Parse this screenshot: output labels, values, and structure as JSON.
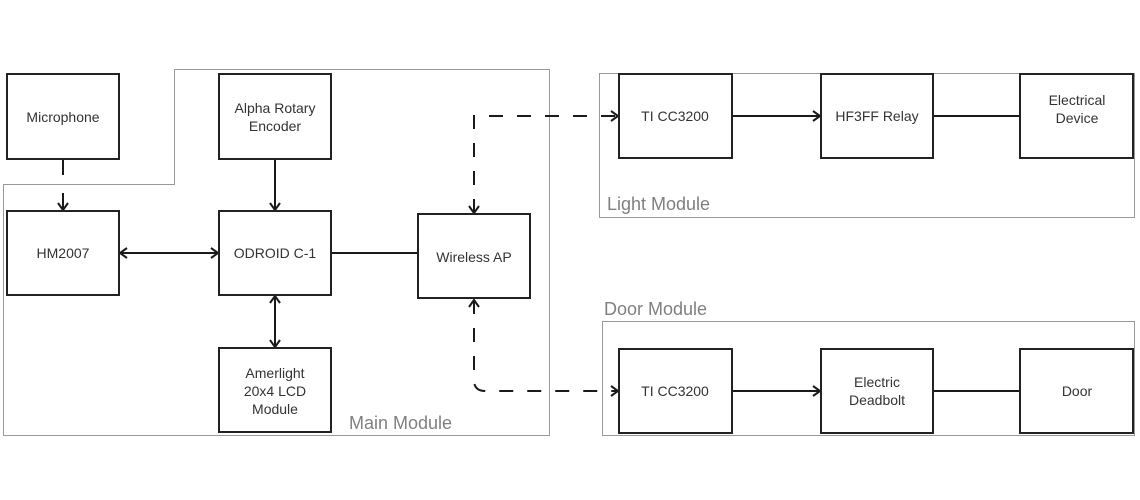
{
  "groups": {
    "main": {
      "label": "Main Module"
    },
    "light": {
      "label": "Light Module"
    },
    "door": {
      "label": "Door Module"
    }
  },
  "blocks": {
    "microphone": {
      "lines": [
        "Microphone"
      ]
    },
    "hm2007": {
      "lines": [
        "HM2007"
      ]
    },
    "encoder": {
      "lines": [
        "Alpha Rotary",
        "Encoder"
      ]
    },
    "odroid": {
      "lines": [
        "ODROID C-1"
      ]
    },
    "lcd": {
      "lines": [
        "Amerlight",
        "20x4 LCD",
        "Module"
      ]
    },
    "wireless_ap": {
      "lines": [
        "Wireless AP"
      ]
    },
    "light_cc3200": {
      "lines": [
        "TI CC3200"
      ]
    },
    "relay": {
      "lines": [
        "HF3FF Relay"
      ]
    },
    "electrical_device": {
      "lines": [
        "Electrical",
        "Device"
      ]
    },
    "door_cc3200": {
      "lines": [
        "TI CC3200"
      ]
    },
    "deadbolt": {
      "lines": [
        "Electric",
        "Deadbolt"
      ]
    },
    "door": {
      "lines": [
        "Door"
      ]
    }
  },
  "connections": [
    {
      "from": "microphone",
      "to": "hm2007",
      "style": "solid",
      "arrow": "end"
    },
    {
      "from": "hm2007",
      "to": "odroid",
      "style": "solid",
      "arrow": "both"
    },
    {
      "from": "encoder",
      "to": "odroid",
      "style": "solid",
      "arrow": "end"
    },
    {
      "from": "odroid",
      "to": "lcd",
      "style": "solid",
      "arrow": "both"
    },
    {
      "from": "odroid",
      "to": "wireless_ap",
      "style": "solid",
      "arrow": "none"
    },
    {
      "from": "wireless_ap",
      "to": "light_cc3200",
      "style": "dashed",
      "arrow": "both"
    },
    {
      "from": "wireless_ap",
      "to": "door_cc3200",
      "style": "dashed",
      "arrow": "both"
    },
    {
      "from": "light_cc3200",
      "to": "relay",
      "style": "solid",
      "arrow": "end"
    },
    {
      "from": "relay",
      "to": "electrical_device",
      "style": "solid",
      "arrow": "none"
    },
    {
      "from": "door_cc3200",
      "to": "deadbolt",
      "style": "solid",
      "arrow": "end"
    },
    {
      "from": "deadbolt",
      "to": "door",
      "style": "solid",
      "arrow": "none"
    }
  ]
}
